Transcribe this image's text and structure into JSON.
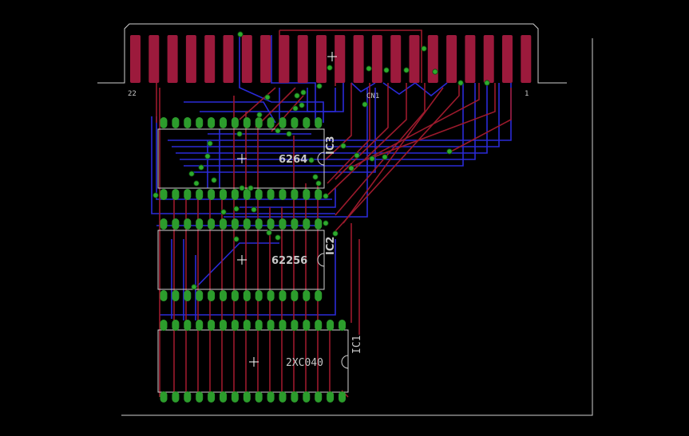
{
  "board": {
    "colors": {
      "background": "#000000",
      "outline": "#d0d0d0",
      "top_copper": "#9c1a2c",
      "bottom_copper": "#2a2ad8",
      "pad": "#2c9c2c",
      "via": "#2eaa2e",
      "pad_bright": "#9c1a3c",
      "text": "#c8c8c8"
    },
    "connector": {
      "name": "CN1",
      "pin_first": "22",
      "pin_last": "1",
      "pin_count": 22
    },
    "chips": [
      {
        "ref": "IC3",
        "value": "6264",
        "pins_per_row": 14
      },
      {
        "ref": "IC2",
        "value": "62256",
        "pins_per_row": 14
      },
      {
        "ref": "IC1",
        "value": "2XC040",
        "pins_per_row": 16
      }
    ]
  }
}
